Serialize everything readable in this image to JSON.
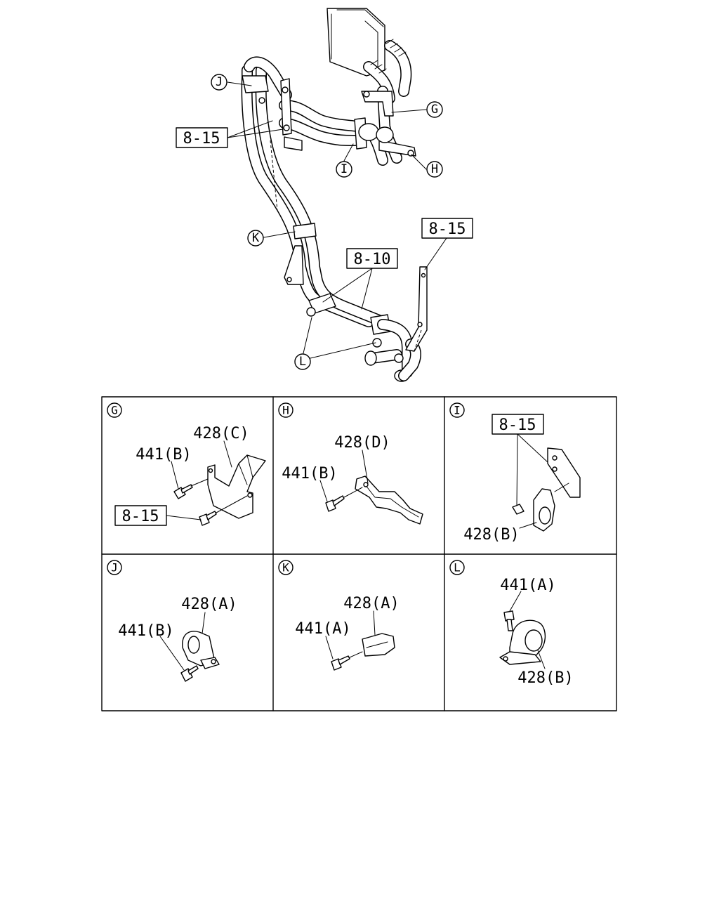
{
  "callouts": {
    "G": "G",
    "H": "H",
    "I": "I",
    "J": "J",
    "K": "K",
    "L": "L"
  },
  "main": {
    "ref_815_left": "8-15",
    "ref_815_right": "8-15",
    "ref_810": "8-10"
  },
  "details": {
    "G": {
      "letter": "G",
      "bracket": "428(C)",
      "bolt": "441(B)",
      "ref": "8-15"
    },
    "H": {
      "letter": "H",
      "bracket": "428(D)",
      "bolt": "441(B)"
    },
    "I": {
      "letter": "I",
      "ref": "8-15",
      "clamp": "428(B)"
    },
    "J": {
      "letter": "J",
      "clamp": "428(A)",
      "bolt": "441(B)"
    },
    "K": {
      "letter": "K",
      "clamp": "428(A)",
      "bolt": "441(A)"
    },
    "L": {
      "letter": "L",
      "bolt": "441(A)",
      "clamp": "428(B)"
    }
  }
}
